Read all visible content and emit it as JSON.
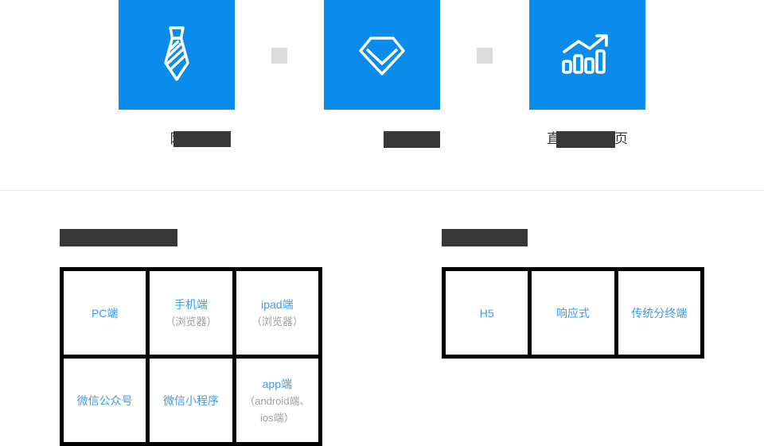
{
  "top": {
    "features": [
      {
        "icon": "necktie-icon",
        "caption": "网",
        "redacted": true,
        "tile_color": "#0a8ced"
      },
      {
        "icon": "diamond-gem-icon",
        "caption": "",
        "redacted": true,
        "tile_color": "#0a8ced"
      },
      {
        "icon": "bar-chart-growth-icon",
        "caption": "直　　　　页",
        "redacted": true,
        "tile_color": "#0a8ced"
      }
    ],
    "separators": [
      {
        "name": "separator-square",
        "color": "#dcdcdc"
      },
      {
        "name": "separator-square",
        "color": "#dcdcdc"
      }
    ]
  },
  "bottom": {
    "left": {
      "title": "",
      "title_redacted": true,
      "cells": [
        {
          "main": "PC端",
          "sub": ""
        },
        {
          "main": "手机端",
          "sub": "（浏览器）"
        },
        {
          "main": "ipad端",
          "sub": "（浏览器）"
        },
        {
          "main": "微信公众号",
          "sub": ""
        },
        {
          "main": "微信小程序",
          "sub": ""
        },
        {
          "main": "app端",
          "sub": "（android端、ios端）"
        }
      ]
    },
    "right": {
      "title": "展",
      "title_redacted": true,
      "cells": [
        {
          "main": "H5",
          "sub": ""
        },
        {
          "main": "响应式",
          "sub": ""
        },
        {
          "main": "传统分终端",
          "sub": ""
        }
      ]
    }
  },
  "colors": {
    "accent_blue": "#0a8ced",
    "link_blue": "#3d9ae8",
    "muted_gray": "#a0a0a0",
    "redaction": "#383838",
    "border_black": "#000000",
    "divider": "#e8e8e8",
    "separator_square": "#dcdcdc"
  }
}
